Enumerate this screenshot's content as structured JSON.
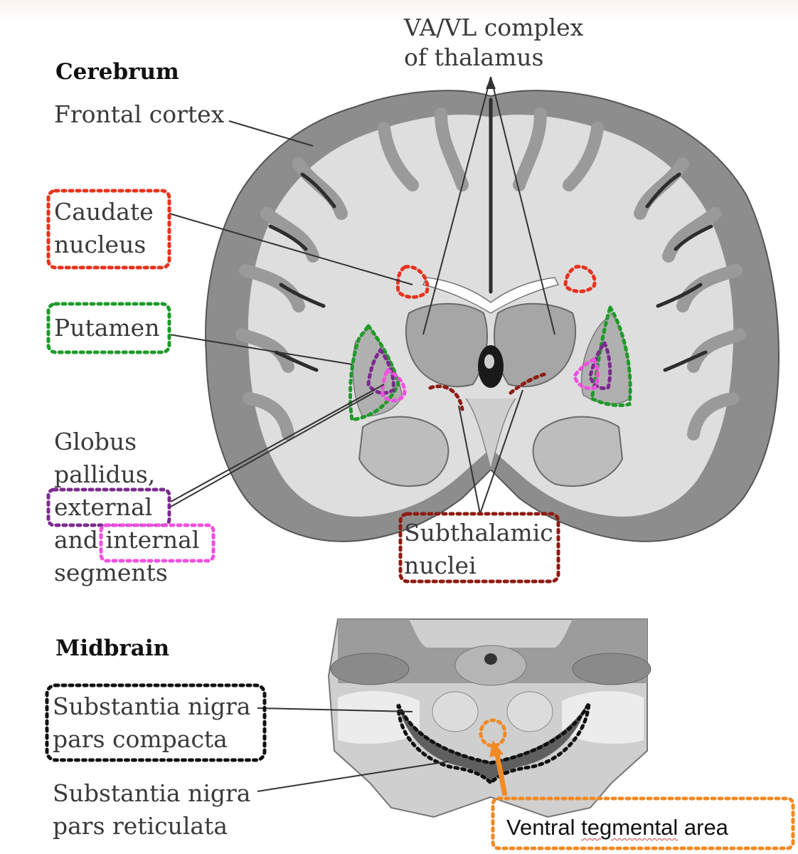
{
  "sections": {
    "cerebrum": "Cerebrum",
    "midbrain": "Midbrain"
  },
  "labels": {
    "va_vl_line1": "VA/VL complex",
    "va_vl_line2": "of thalamus",
    "frontal_cortex": "Frontal cortex",
    "caudate_line1": "Caudate",
    "caudate_line2": "nucleus",
    "putamen": "Putamen",
    "globus_line1": "Globus",
    "globus_line2": "pallidus,",
    "globus_line3": "external",
    "globus_line4_and": "and ",
    "globus_line4_internal": "internal",
    "globus_line5": "segments",
    "subthalamic_line1": "Subthalamic",
    "subthalamic_line2": "nuclei",
    "snc_line1": "Substantia nigra",
    "snc_line2": "pars compacta",
    "snr_line1": "Substantia nigra",
    "snr_line2": "pars reticulata",
    "vta_word1": "Ventral ",
    "vta_word2": "tegmental",
    "vta_word3": " area"
  },
  "colors": {
    "caudate": "#e8321e",
    "putamen": "#1f9a2a",
    "globus_external": "#7b2b8e",
    "globus_internal": "#f050e0",
    "subthalamic": "#8e1b12",
    "substantia_nigra": "#111111",
    "ventral_tegmental": "#f08a24"
  }
}
